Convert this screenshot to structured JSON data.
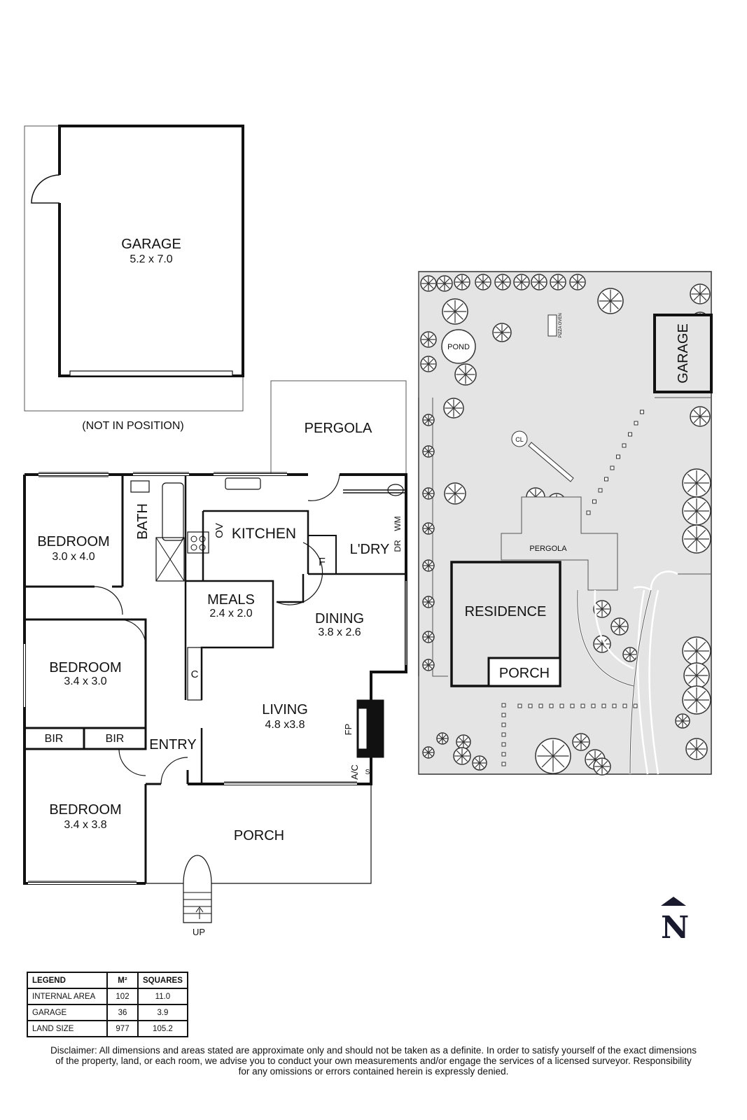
{
  "floorplan": {
    "garage": {
      "name": "GARAGE",
      "size": "5.2 x 7.0",
      "note": "(NOT IN POSITION)"
    },
    "rooms": [
      {
        "id": "bedroom1",
        "name": "BEDROOM",
        "size": "3.0 x 4.0"
      },
      {
        "id": "bedroom2",
        "name": "BEDROOM",
        "size": "3.4 x 3.0"
      },
      {
        "id": "bedroom3",
        "name": "BEDROOM",
        "size": "3.4 x 3.8"
      },
      {
        "id": "bath",
        "name": "BATH"
      },
      {
        "id": "kitchen",
        "name": "KITCHEN"
      },
      {
        "id": "meals",
        "name": "MEALS",
        "size": "2.4 x 2.0"
      },
      {
        "id": "dining",
        "name": "DINING",
        "size": "3.8 x 2.6"
      },
      {
        "id": "living",
        "name": "LIVING",
        "size": "4.8 x3.8"
      },
      {
        "id": "laundry",
        "name": "L'DRY"
      },
      {
        "id": "pergola",
        "name": "PERGOLA"
      },
      {
        "id": "porch",
        "name": "PORCH"
      },
      {
        "id": "entry",
        "name": "ENTRY"
      }
    ],
    "fixtures": {
      "ov": "OV",
      "f": "F",
      "dr": "DR",
      "wm": "WM",
      "c": "C",
      "bir1": "BIR",
      "bir2": "BIR",
      "fp": "FP",
      "ac": "A/C",
      "s": "S",
      "up": "UP"
    }
  },
  "siteplan": {
    "labels": {
      "pond": "POND",
      "pizza_oven": "PIZZA OVEN",
      "garage": "GARAGE",
      "cl": "CL",
      "pergola": "PERGOLA",
      "residence": "RESIDENCE",
      "porch": "PORCH"
    },
    "colors": {
      "ground": "#e4e4e4",
      "trees": "#333333"
    }
  },
  "north": {
    "label": "N"
  },
  "legend": {
    "headers": [
      "LEGEND",
      "M²",
      "SQUARES"
    ],
    "rows": [
      [
        "INTERNAL AREA",
        "102",
        "11.0"
      ],
      [
        "GARAGE",
        "36",
        "3.9"
      ],
      [
        "LAND SIZE",
        "977",
        "105.2"
      ]
    ]
  },
  "disclaimer": {
    "line1": "Disclaimer: All dimensions and areas stated are approximate only and should not be taken as a definite. In order to satisfy yourself of the exact dimensions",
    "line2": "of the property, land, or each room, we advise you to conduct your own measurements and/or engage the services of a licensed surveyor. Responsibility",
    "line3": "for any omissions or errors contained herein is expressly denied."
  }
}
